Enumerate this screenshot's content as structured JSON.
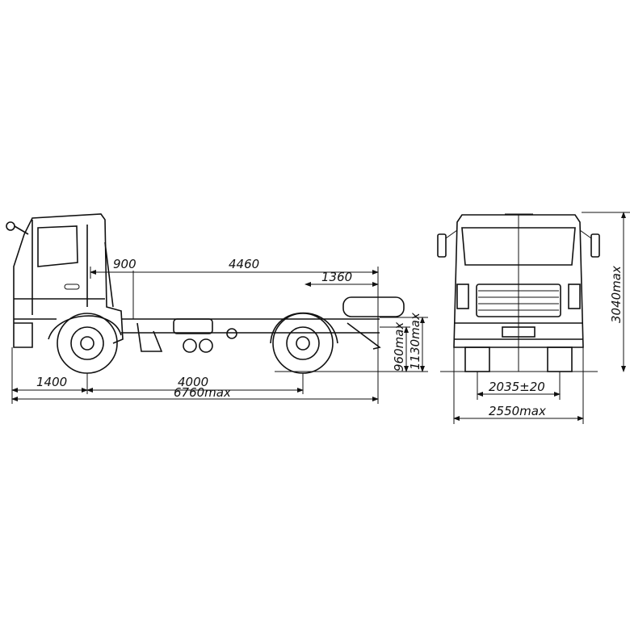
{
  "side_view": {
    "dims": {
      "front_overhang_cab": "900",
      "frame_length": "4460",
      "rear_section": "1360",
      "front_overhang": "1400",
      "wheelbase": "4000",
      "overall_length": "6760max",
      "frame_height_rear": "960max",
      "frame_height_top": "1130max"
    }
  },
  "front_view": {
    "dims": {
      "overall_height": "3040max",
      "track": "2035±20",
      "overall_width": "2550max"
    }
  }
}
